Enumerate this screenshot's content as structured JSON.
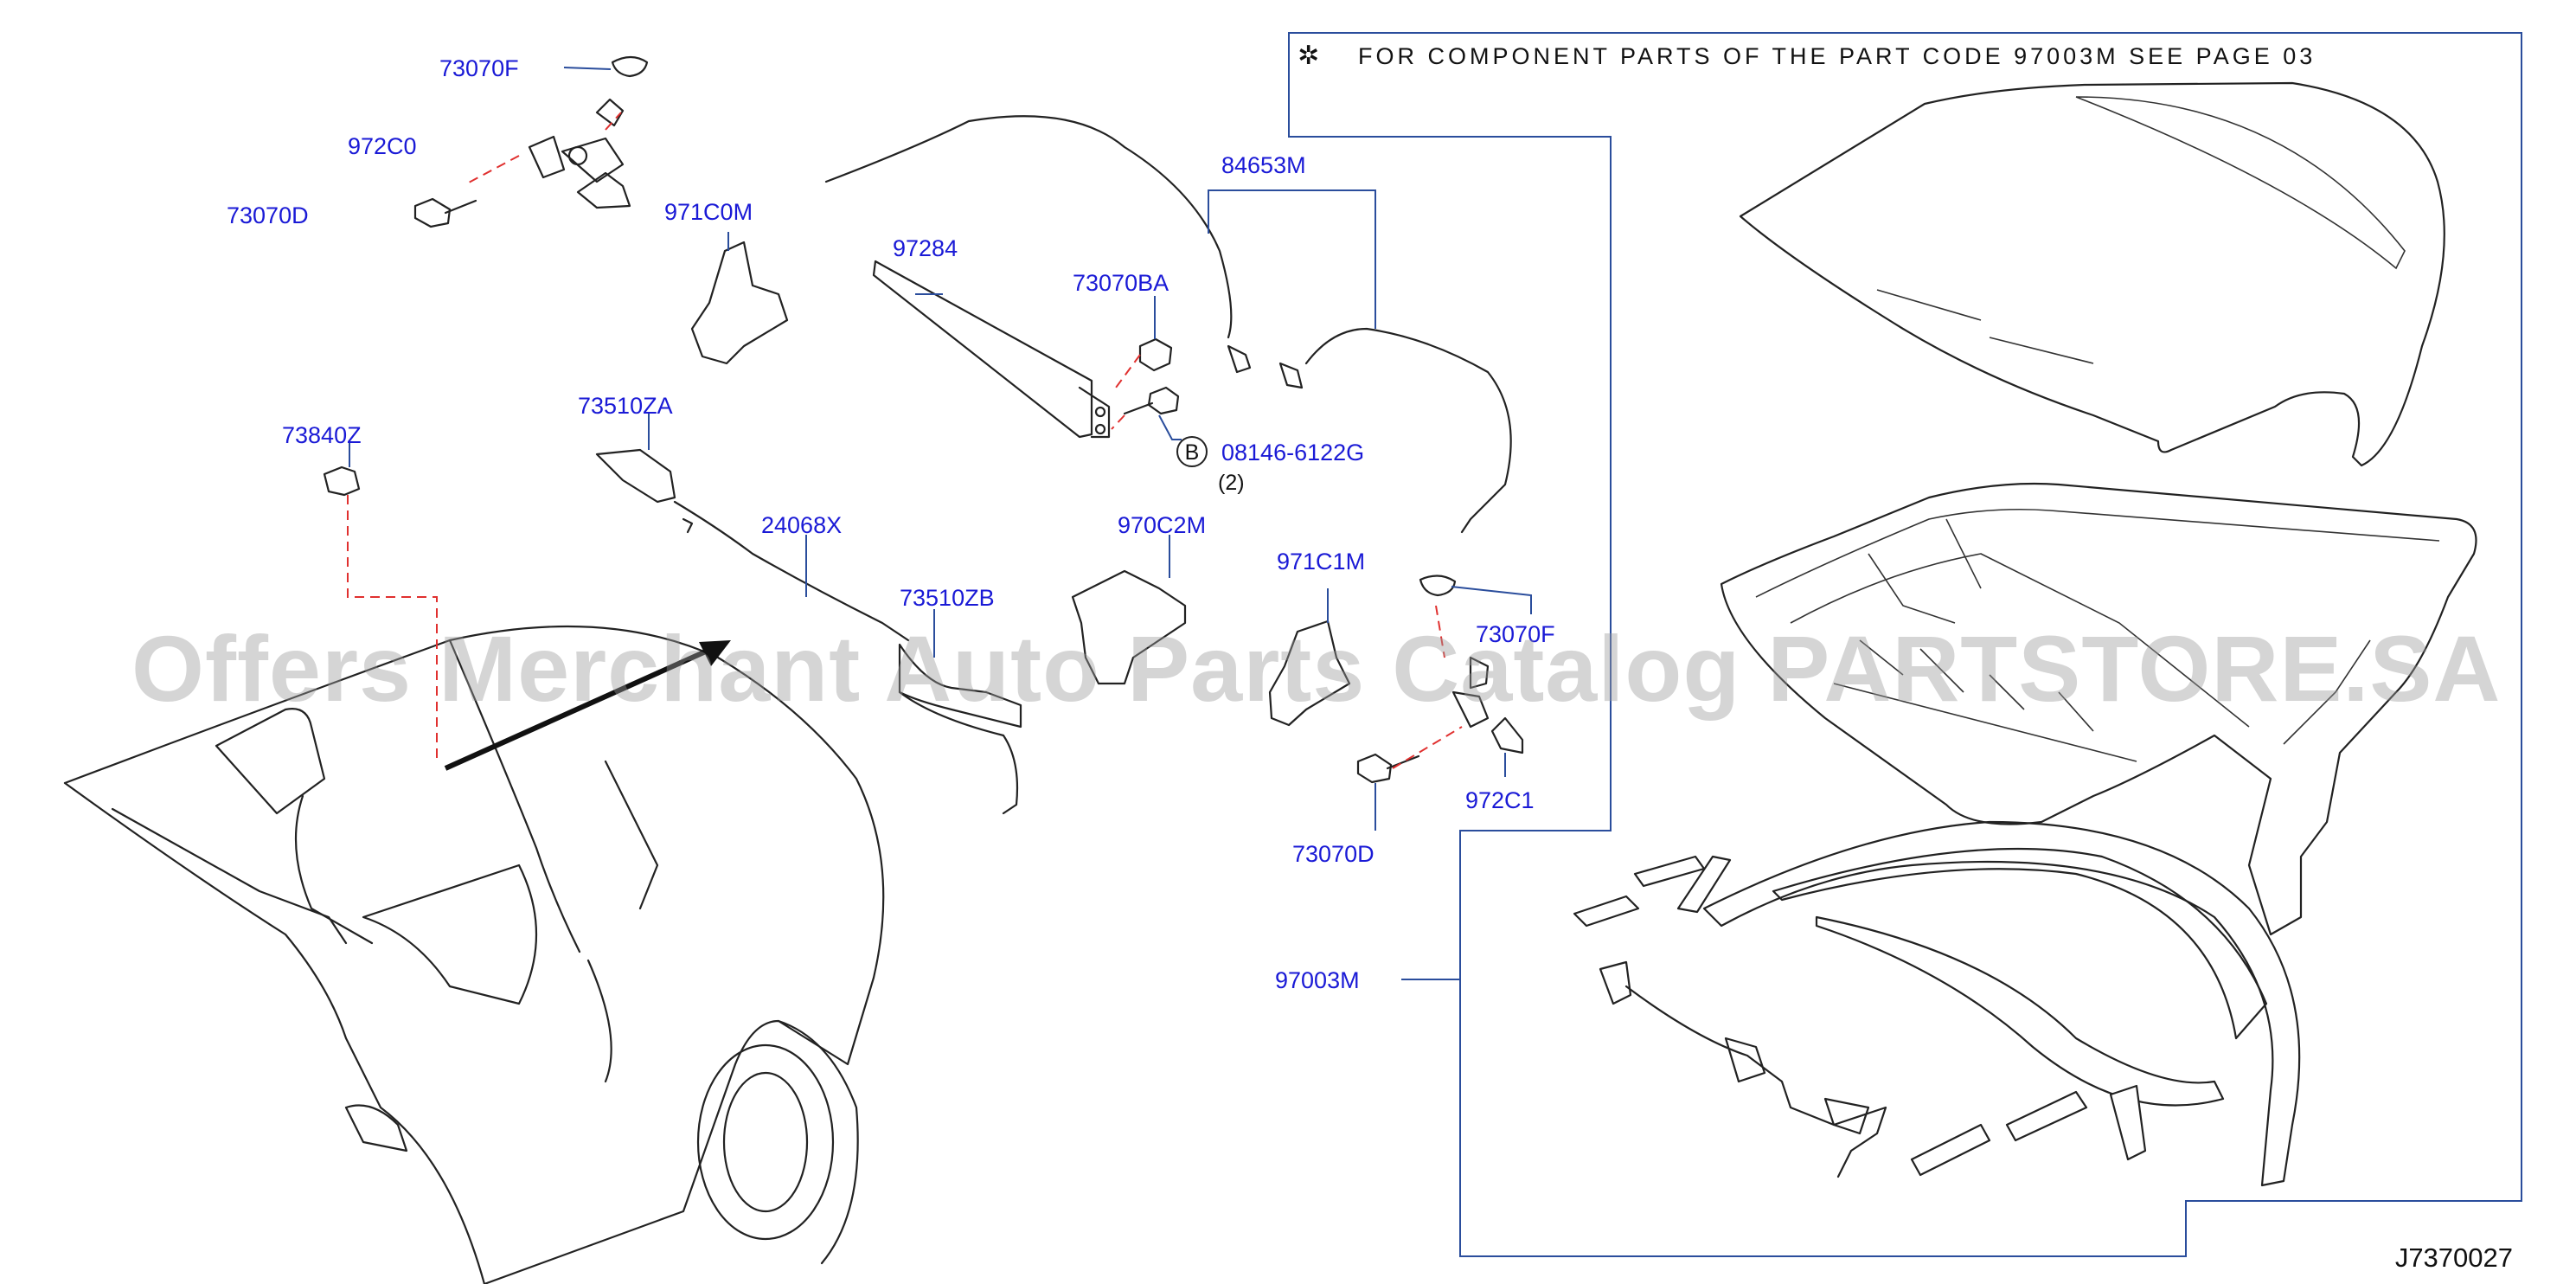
{
  "note": "FOR COMPONENT PARTS OF THE PART CODE 97003M SEE PAGE 03",
  "diagram_code": "J7370027",
  "watermark": "Offers Merchant Auto Parts Catalog PARTSTORE.SA",
  "reference_symbol": "B",
  "colors": {
    "label": "#1a1ad6",
    "leader": "#2a4d9c",
    "dashed_guide": "#e0302f"
  },
  "labels": {
    "p73070F_top": "73070F",
    "p972C0": "972C0",
    "p73070D_top": "73070D",
    "p971C0M": "971C0M",
    "p97284": "97284",
    "p84653M": "84653M",
    "p73070BA": "73070BA",
    "p08146": "08146-6122G",
    "p08146_qty": "(2)",
    "p73840Z": "73840Z",
    "p73510ZA": "73510ZA",
    "p24068X": "24068X",
    "p970C2M": "970C2M",
    "p971C1M": "971C1M",
    "p73510ZB": "73510ZB",
    "p73070F_right": "73070F",
    "p972C1": "972C1",
    "p73070D_bottom": "73070D",
    "p97003M": "97003M"
  }
}
